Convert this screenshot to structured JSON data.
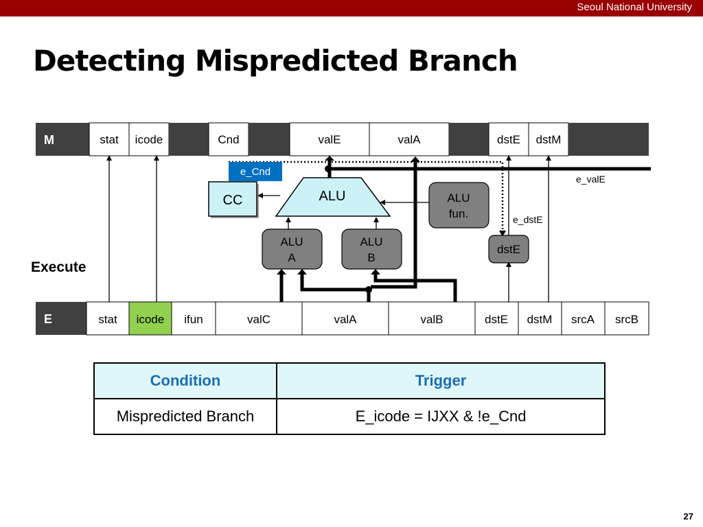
{
  "header": {
    "university": "Seoul National University"
  },
  "slide": {
    "title": "Detecting Mispredicted Branch",
    "page_number": "27"
  },
  "diagram": {
    "m_register": {
      "label": "M",
      "fields": [
        "stat",
        "icode",
        "Cnd",
        "valE",
        "valA",
        "dstE",
        "dstM"
      ]
    },
    "e_register": {
      "label": "E",
      "fields": [
        "stat",
        "icode",
        "ifun",
        "valC",
        "valA",
        "valB",
        "dstE",
        "dstM",
        "srcA",
        "srcB"
      ]
    },
    "stage_label": "Execute",
    "blocks": {
      "alu": "ALU",
      "cc": "CC",
      "alu_fun": [
        "ALU",
        "fun."
      ],
      "alu_a": [
        "ALU",
        "A"
      ],
      "alu_b": [
        "ALU",
        "B"
      ],
      "dste": "dstE"
    },
    "signals": {
      "e_cnd": "e_Cnd",
      "e_vale": "e_valE",
      "e_dste": "e_dstE"
    },
    "colors": {
      "highlight_icode": "#92d050",
      "signal_blue": "#0070c0",
      "alu_fill": "#ccf2f7"
    }
  },
  "table": {
    "headers": [
      "Condition",
      "Trigger"
    ],
    "rows": [
      [
        "Mispredicted Branch",
        "E_icode = IJXX & !e_Cnd"
      ]
    ]
  }
}
